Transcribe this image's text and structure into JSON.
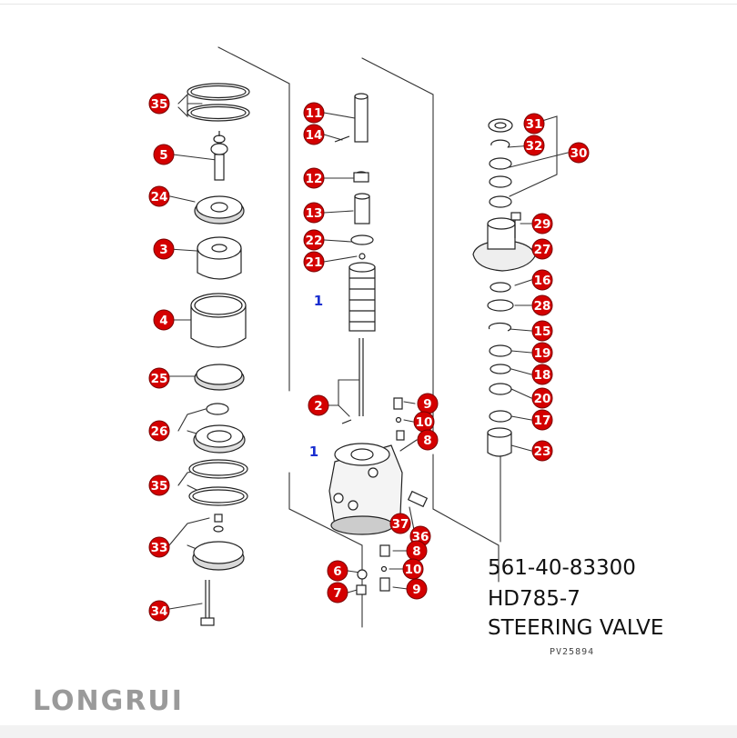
{
  "caption": {
    "part_number": "561-40-83300",
    "model": "HD785-7",
    "title": "STEERING VALVE",
    "drawing_code": "PV25894"
  },
  "logo": {
    "text": "LONGRUI"
  },
  "colors": {
    "callout_fill": "#d40000",
    "callout_text": "#ffffff",
    "assembly_label": "#1a2fd0",
    "line": "#333333"
  },
  "callouts": [
    {
      "id": "35a",
      "label": "35"
    },
    {
      "id": "5",
      "label": "5"
    },
    {
      "id": "24",
      "label": "24"
    },
    {
      "id": "3",
      "label": "3"
    },
    {
      "id": "4",
      "label": "4"
    },
    {
      "id": "25",
      "label": "25"
    },
    {
      "id": "26",
      "label": "26"
    },
    {
      "id": "35b",
      "label": "35"
    },
    {
      "id": "33",
      "label": "33"
    },
    {
      "id": "34",
      "label": "34"
    },
    {
      "id": "11",
      "label": "11"
    },
    {
      "id": "14",
      "label": "14"
    },
    {
      "id": "12",
      "label": "12"
    },
    {
      "id": "13",
      "label": "13"
    },
    {
      "id": "22",
      "label": "22"
    },
    {
      "id": "21",
      "label": "21"
    },
    {
      "id": "2",
      "label": "2"
    },
    {
      "id": "9a",
      "label": "9"
    },
    {
      "id": "10a",
      "label": "10"
    },
    {
      "id": "8a",
      "label": "8"
    },
    {
      "id": "37",
      "label": "37"
    },
    {
      "id": "36",
      "label": "36"
    },
    {
      "id": "8b",
      "label": "8"
    },
    {
      "id": "10b",
      "label": "10"
    },
    {
      "id": "9b",
      "label": "9"
    },
    {
      "id": "6",
      "label": "6"
    },
    {
      "id": "7",
      "label": "7"
    },
    {
      "id": "31",
      "label": "31"
    },
    {
      "id": "32",
      "label": "32"
    },
    {
      "id": "30",
      "label": "30"
    },
    {
      "id": "29",
      "label": "29"
    },
    {
      "id": "27",
      "label": "27"
    },
    {
      "id": "16",
      "label": "16"
    },
    {
      "id": "28",
      "label": "28"
    },
    {
      "id": "15",
      "label": "15"
    },
    {
      "id": "19",
      "label": "19"
    },
    {
      "id": "18",
      "label": "18"
    },
    {
      "id": "20",
      "label": "20"
    },
    {
      "id": "17",
      "label": "17"
    },
    {
      "id": "23",
      "label": "23"
    }
  ],
  "assembly_labels": [
    {
      "id": "1a",
      "label": "1"
    },
    {
      "id": "1b",
      "label": "1"
    }
  ]
}
